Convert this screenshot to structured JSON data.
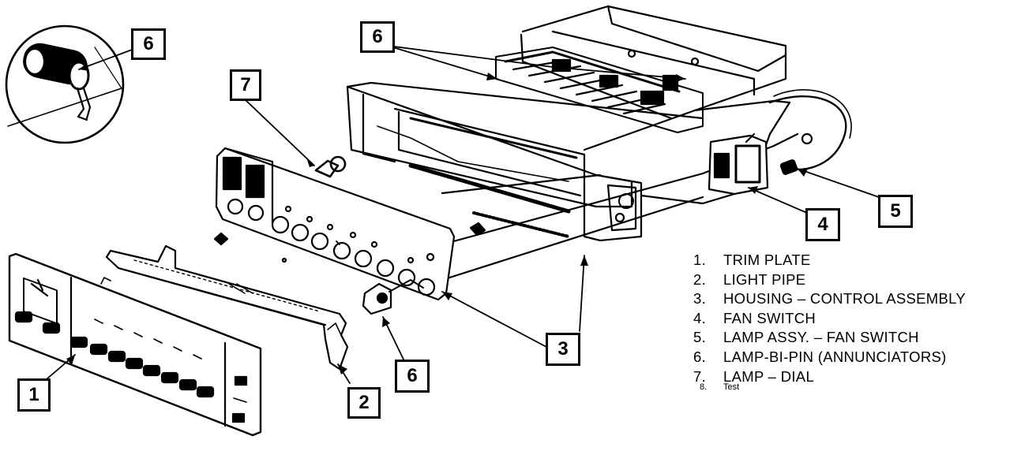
{
  "callouts": [
    "1",
    "2",
    "3",
    "4",
    "5",
    "6",
    "6",
    "6",
    "7"
  ],
  "legend": [
    {
      "num": "1.",
      "text": "TRIM PLATE"
    },
    {
      "num": "2.",
      "text": "LIGHT PIPE"
    },
    {
      "num": "3.",
      "text": "HOUSING – CONTROL ASSEMBLY"
    },
    {
      "num": "4.",
      "text": "FAN SWITCH"
    },
    {
      "num": "5.",
      "text": "LAMP ASSY. – FAN SWITCH"
    },
    {
      "num": "6.",
      "text": "LAMP-BI-PIN (ANNUNCIATORS)"
    },
    {
      "num": "7.",
      "text": "LAMP – DIAL"
    }
  ],
  "legend_extra": {
    "num": "8.",
    "text": "Test"
  }
}
